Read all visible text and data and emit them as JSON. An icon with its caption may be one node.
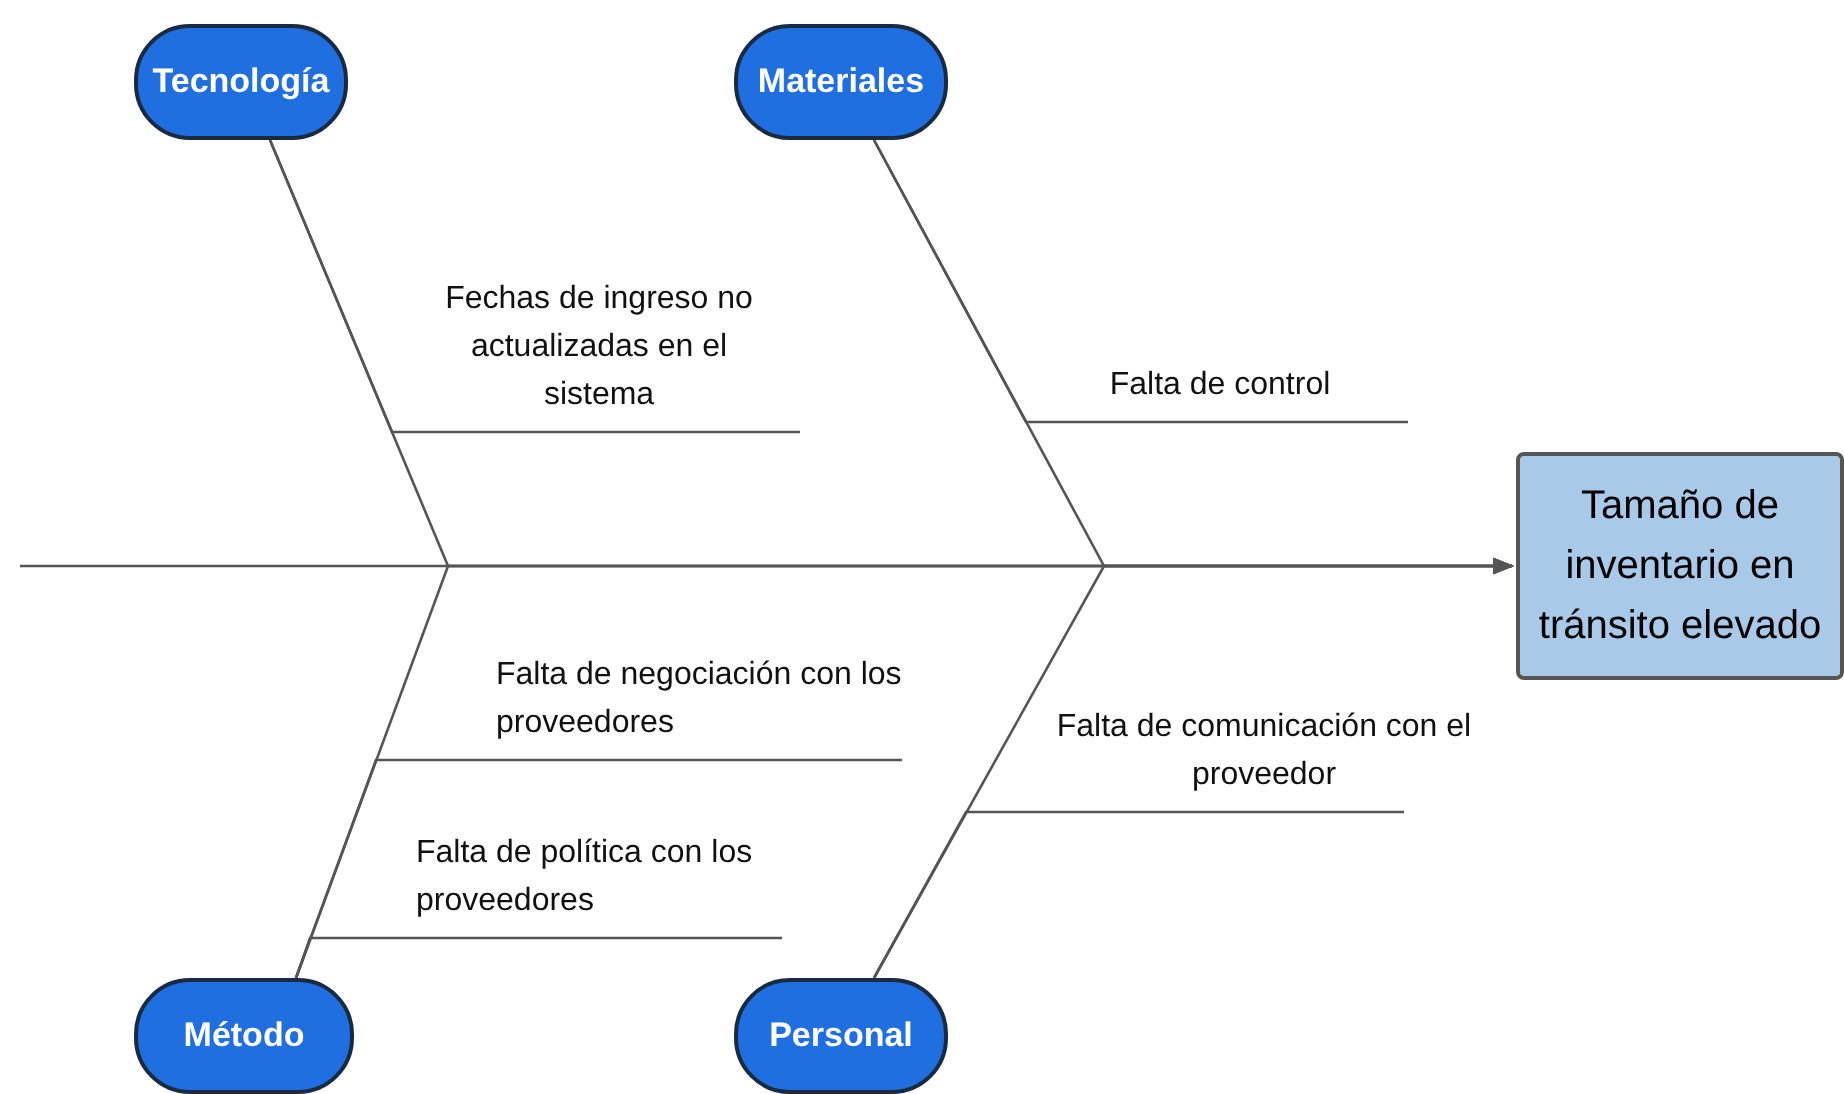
{
  "diagram": {
    "nodes": [
      {
        "text": [
          "Tecnología"
        ]
      },
      {
        "text": [
          "Materiales"
        ]
      },
      {
        "text": [
          "Fechas de ingreso no actualizadas en el sistema"
        ]
      },
      {
        "text": [
          "Falta de control"
        ]
      },
      {
        "text": [
          "Tamaño de inventario en tránsito elevado"
        ]
      },
      {
        "text": [
          "Falta de negociación con los proveedores"
        ]
      },
      {
        "text": [
          "Falta de comunicación con el proveedor"
        ]
      },
      {
        "text": [
          "Falta de política con los proveedores"
        ]
      },
      {
        "text": [
          "Método"
        ]
      },
      {
        "text": [
          "Personal"
        ]
      }
    ],
    "edges": [
      {
        "from": null,
        "to": 4,
        "arrow": "to"
      },
      {
        "from": 0,
        "to": 4,
        "arrow": "to"
      },
      {
        "from": 1,
        "to": 4,
        "arrow": "to"
      },
      {
        "from": 8,
        "to": 4,
        "arrow": "to"
      },
      {
        "from": 9,
        "to": 4,
        "arrow": "to"
      },
      {
        "from": 2,
        "to": 0,
        "arrow": "none"
      },
      {
        "from": 3,
        "to": 1,
        "arrow": "none"
      },
      {
        "from": 5,
        "to": 8,
        "arrow": "none"
      },
      {
        "from": 7,
        "to": 8,
        "arrow": "none"
      },
      {
        "from": 6,
        "to": 9,
        "arrow": "none"
      }
    ]
  }
}
